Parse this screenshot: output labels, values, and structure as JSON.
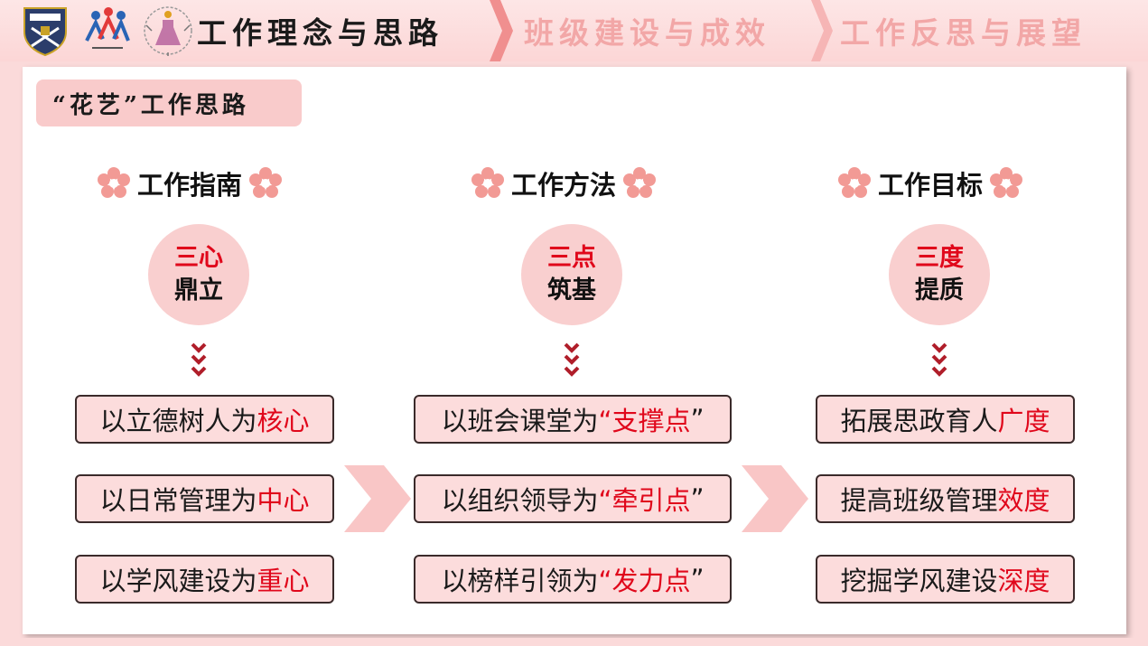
{
  "nav": {
    "tabs": [
      {
        "label": "工作理念与思路",
        "active": true
      },
      {
        "label": "班级建设与成效",
        "active": false
      },
      {
        "label": "工作反思与展望",
        "active": false
      }
    ]
  },
  "colors": {
    "accent_red": "#e0071b",
    "pink_light": "#fcdcdc",
    "pink_mid": "#f9cbcb",
    "flower": "#f29a95"
  },
  "subtitle": "“花艺”工作思路",
  "columns": [
    {
      "heading": "工作指南",
      "circle_top": "三心",
      "circle_bottom": "鼎立",
      "items": [
        {
          "prefix": "以立德树人为",
          "highlight": "核心",
          "suffix": ""
        },
        {
          "prefix": "以日常管理为",
          "highlight": "中心",
          "suffix": ""
        },
        {
          "prefix": "以学风建设为",
          "highlight": "重心",
          "suffix": ""
        }
      ]
    },
    {
      "heading": "工作方法",
      "circle_top": "三点",
      "circle_bottom": "筑基",
      "items": [
        {
          "prefix": "以班会课堂为",
          "highlight": "“支撑点",
          "suffix": "”"
        },
        {
          "prefix": "以组织领导为",
          "highlight": "“牵引点",
          "suffix": "”"
        },
        {
          "prefix": "以榜样引领为",
          "highlight": "“发力点",
          "suffix": "”"
        }
      ]
    },
    {
      "heading": "工作目标",
      "circle_top": "三度",
      "circle_bottom": "提质",
      "items": [
        {
          "prefix": "拓展思政育人",
          "highlight": "广度",
          "suffix": ""
        },
        {
          "prefix": "提高班级管理",
          "highlight": "效度",
          "suffix": ""
        },
        {
          "prefix": "挖掘学风建设",
          "highlight": "深度",
          "suffix": ""
        }
      ]
    }
  ]
}
